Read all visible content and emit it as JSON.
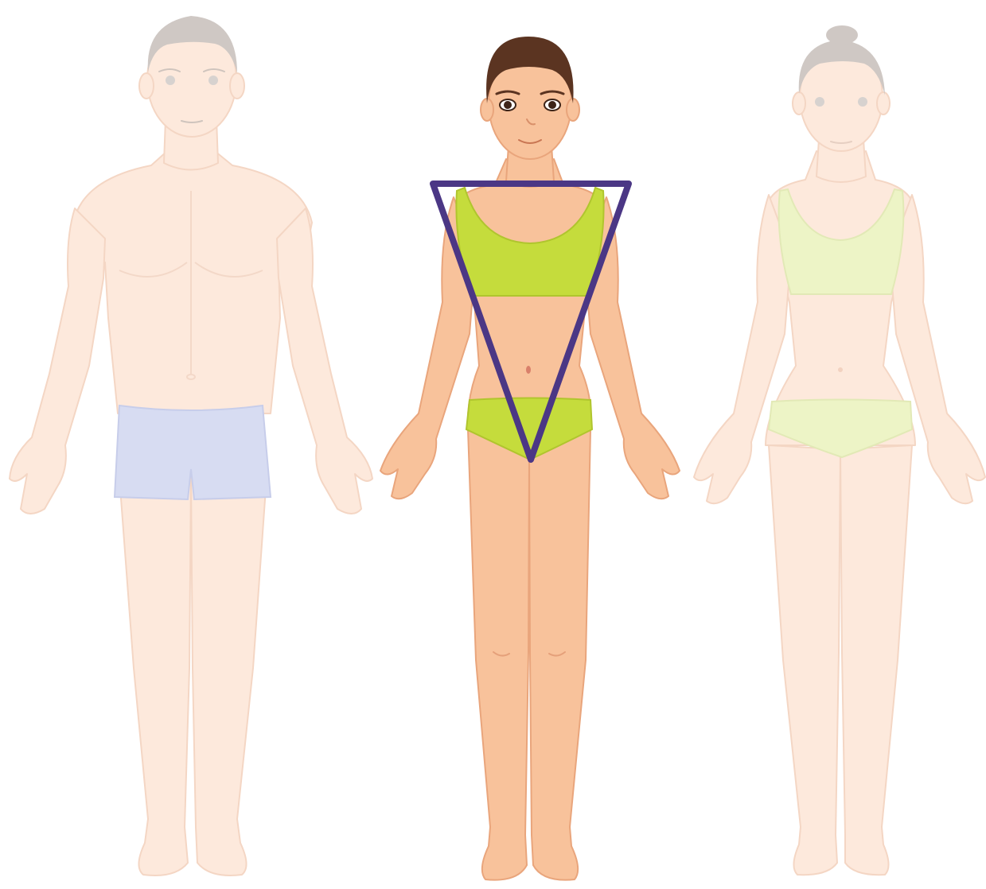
{
  "illustration": {
    "figures": [
      {
        "name": "man",
        "state": "faded",
        "garment": "shorts",
        "garment_color": "#d7dcf2"
      },
      {
        "name": "woman-highlighted",
        "state": "active",
        "garment": "crop-top-and-briefs",
        "garment_color": "#c5dc3c"
      },
      {
        "name": "woman",
        "state": "faded",
        "garment": "crop-top-and-briefs",
        "garment_color": "#edf4c6"
      }
    ],
    "overlay_shape": "inverted-triangle",
    "overlay_color": "#4b3785",
    "skin_color": "#f8c29b",
    "faded_skin_color": "#fde9dc",
    "hair_color": "#5b3421",
    "faded_hair_color": "#cfc8c4",
    "background_color": "#ffffff"
  }
}
